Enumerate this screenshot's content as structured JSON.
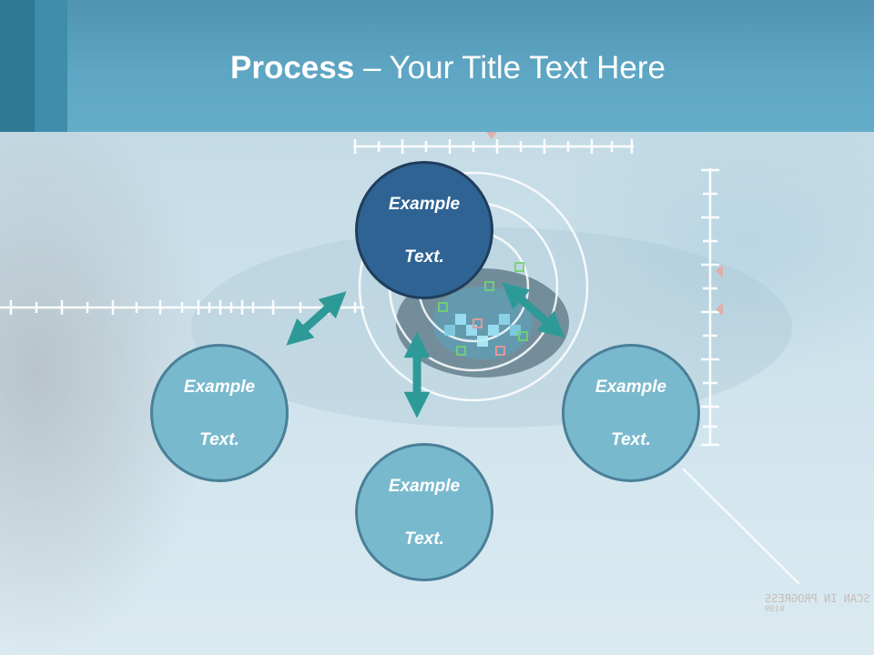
{
  "slide": {
    "title_bold": "Process",
    "title_rest": " – Your Title Text Here"
  },
  "nodes": {
    "top": {
      "line1": "Example",
      "line2": "Text."
    },
    "left": {
      "line1": "Example",
      "line2": "Text."
    },
    "right": {
      "line1": "Example",
      "line2": "Text."
    },
    "bottom": {
      "line1": "Example",
      "line2": "Text."
    }
  },
  "background": {
    "hud_line1": "SCAN IN PROGRESS",
    "hud_line2": "0199"
  },
  "colors": {
    "header": "#5ea6c3",
    "primary_node": "#2f6393",
    "secondary_node": "#79b9ce",
    "arrow": "#2e9a98"
  }
}
